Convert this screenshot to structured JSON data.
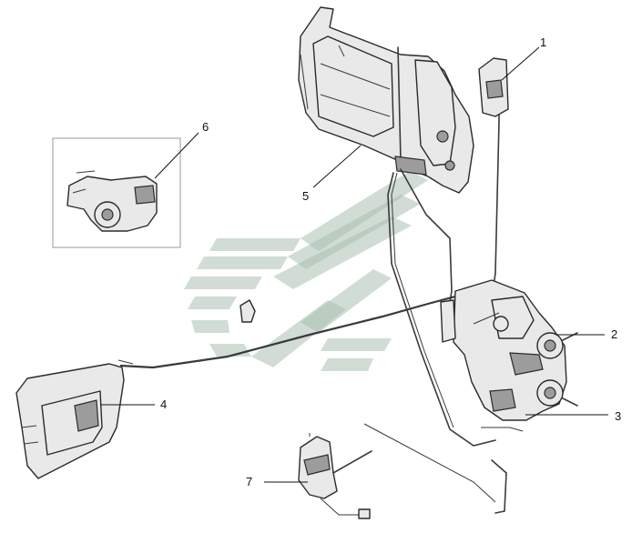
{
  "callouts": [
    {
      "id": "1",
      "label": "1"
    },
    {
      "id": "2",
      "label": "2"
    },
    {
      "id": "3",
      "label": "3"
    },
    {
      "id": "4",
      "label": "4"
    },
    {
      "id": "5",
      "label": "5"
    },
    {
      "id": "6",
      "label": "6"
    },
    {
      "id": "7",
      "label": "7"
    }
  ],
  "colors": {
    "line": "#2b2b2b",
    "part_fill": "#e9e9e9",
    "watermark": "#a9bfb1",
    "background": "#ffffff"
  }
}
